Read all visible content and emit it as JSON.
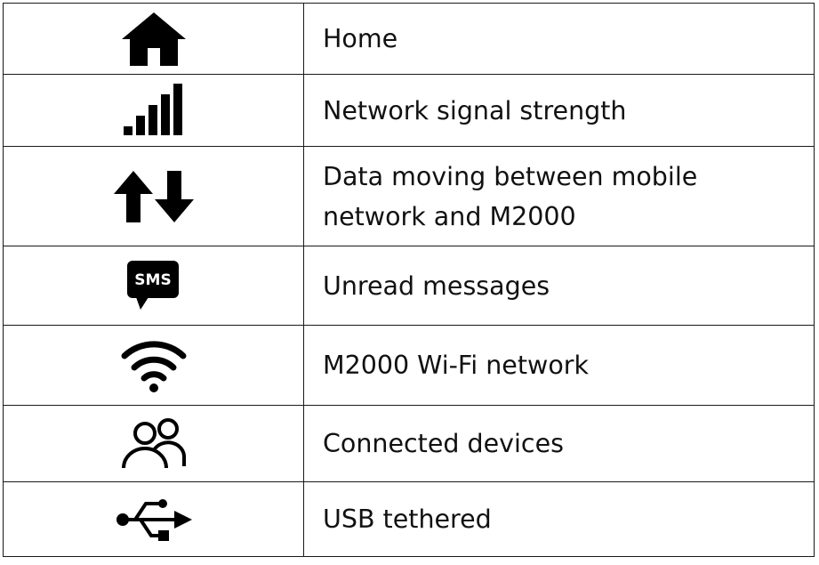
{
  "legend": {
    "rows": [
      {
        "icon": "home-icon",
        "label": "Home"
      },
      {
        "icon": "signal-strength-icon",
        "label": "Network signal strength"
      },
      {
        "icon": "data-transfer-arrows-icon",
        "label_line1": "Data moving between mobile",
        "label_line2": "network and M2000"
      },
      {
        "icon": "sms-message-icon",
        "label": "Unread messages",
        "badge_text": "SMS"
      },
      {
        "icon": "wifi-icon",
        "label": "M2000 Wi-Fi network"
      },
      {
        "icon": "connected-devices-icon",
        "label": "Connected devices"
      },
      {
        "icon": "usb-icon",
        "label": "USB tethered"
      }
    ]
  },
  "colors": {
    "icon": "#000000",
    "text": "#111111",
    "border": "#1a1a1a",
    "background": "#ffffff"
  }
}
